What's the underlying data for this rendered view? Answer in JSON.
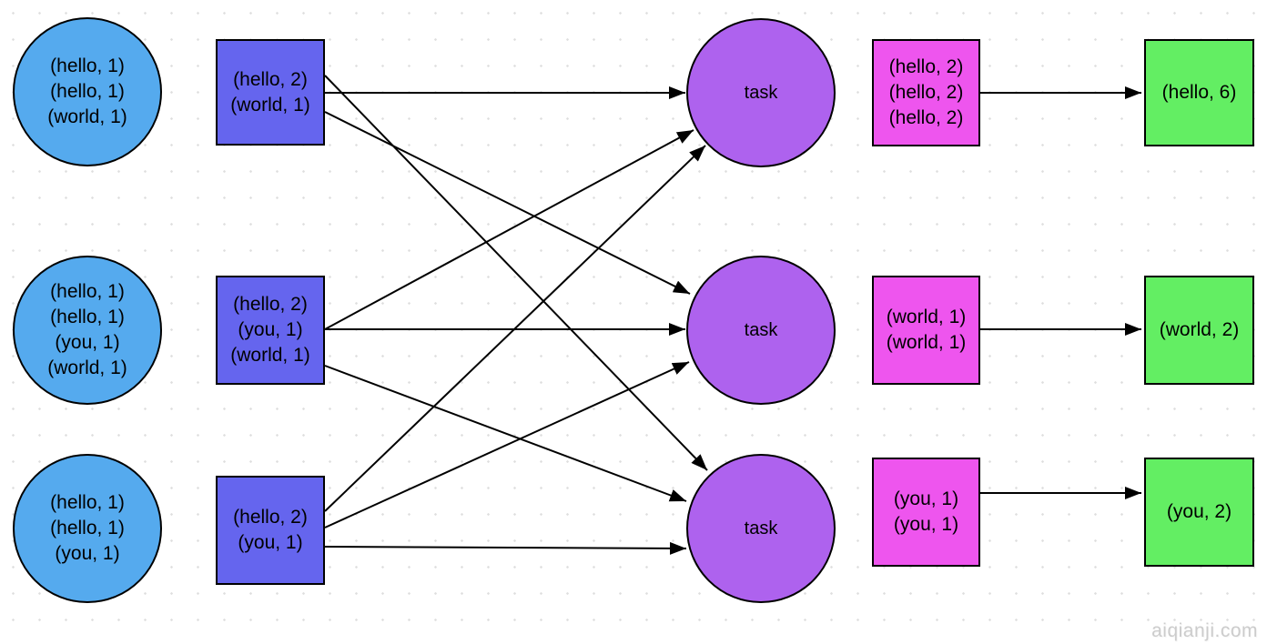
{
  "watermark": "aiqianji.com",
  "colors": {
    "node_blue": "#55aaee",
    "node_indigo": "#6565ee",
    "node_purple": "#ae62ee",
    "node_magenta": "#ee55ee",
    "node_green": "#63ee63",
    "arrow_black": "#000000",
    "grid_dot": "#dedede",
    "watermark_gray": "#cccccc"
  },
  "map_circles": [
    {
      "lines": [
        "(hello, 1)",
        "(hello, 1)",
        "(world, 1)"
      ]
    },
    {
      "lines": [
        "(hello, 1)",
        "(hello, 1)",
        "(you, 1)",
        "(world, 1)"
      ]
    },
    {
      "lines": [
        "(hello, 1)",
        "(hello, 1)",
        "(you, 1)"
      ]
    }
  ],
  "map_boxes": [
    {
      "lines": [
        "(hello, 2)",
        "(world, 1)"
      ]
    },
    {
      "lines": [
        "(hello, 2)",
        "(you, 1)",
        "(world, 1)"
      ]
    },
    {
      "lines": [
        "(hello, 2)",
        "(you, 1)"
      ]
    }
  ],
  "tasks": [
    {
      "label": "task"
    },
    {
      "label": "task"
    },
    {
      "label": "task"
    }
  ],
  "group_boxes": [
    {
      "lines": [
        "(hello, 2)",
        "(hello, 2)",
        "(hello, 2)"
      ]
    },
    {
      "lines": [
        "(world, 1)",
        "(world, 1)"
      ]
    },
    {
      "lines": [
        "(you, 1)",
        "(you, 1)"
      ]
    }
  ],
  "result_boxes": [
    {
      "lines": [
        "(hello, 6)"
      ]
    },
    {
      "lines": [
        "(world, 2)"
      ]
    },
    {
      "lines": [
        "(you, 2)"
      ]
    }
  ],
  "edges": [
    {
      "from": "map-box-1",
      "to": "task-1"
    },
    {
      "from": "map-box-1",
      "to": "task-2"
    },
    {
      "from": "map-box-1",
      "to": "task-3"
    },
    {
      "from": "map-box-2",
      "to": "task-1"
    },
    {
      "from": "map-box-2",
      "to": "task-2"
    },
    {
      "from": "map-box-2",
      "to": "task-3"
    },
    {
      "from": "map-box-3",
      "to": "task-1"
    },
    {
      "from": "map-box-3",
      "to": "task-2"
    },
    {
      "from": "map-box-3",
      "to": "task-3"
    },
    {
      "from": "group-box-1",
      "to": "result-box-1"
    },
    {
      "from": "group-box-2",
      "to": "result-box-2"
    },
    {
      "from": "group-box-3",
      "to": "result-box-3"
    }
  ]
}
